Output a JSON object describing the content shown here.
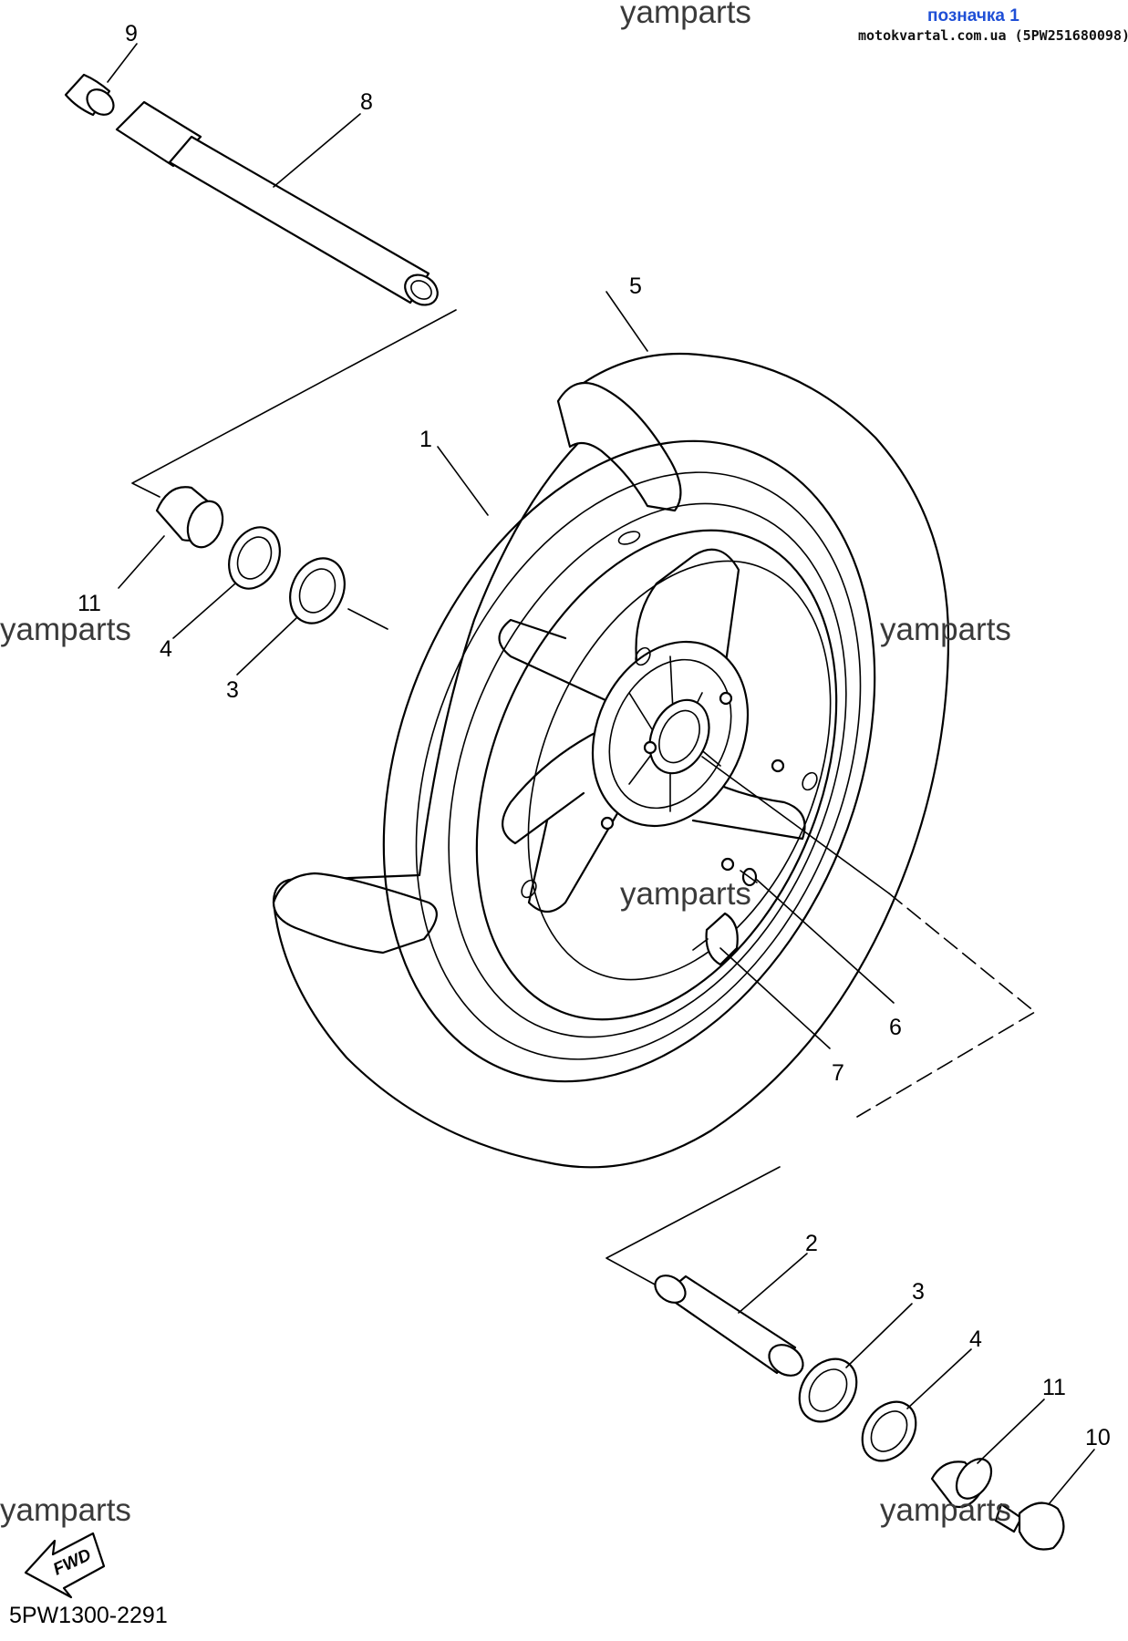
{
  "header": {
    "watermark_top": "yamparts",
    "tag_label": "позначка 1",
    "source_text": "motokvartal.com.ua (5PW251680098)",
    "tag_color": "#1f4fd6"
  },
  "watermarks": [
    "yamparts",
    "yamparts",
    "yamparts",
    "yamparts",
    "yamparts"
  ],
  "callouts": [
    "9",
    "8",
    "5",
    "1",
    "11",
    "4",
    "3",
    "6",
    "7",
    "2",
    "3",
    "4",
    "11",
    "10"
  ],
  "fwd_label": "FWD",
  "diagram_code": "5PW1300-2291"
}
